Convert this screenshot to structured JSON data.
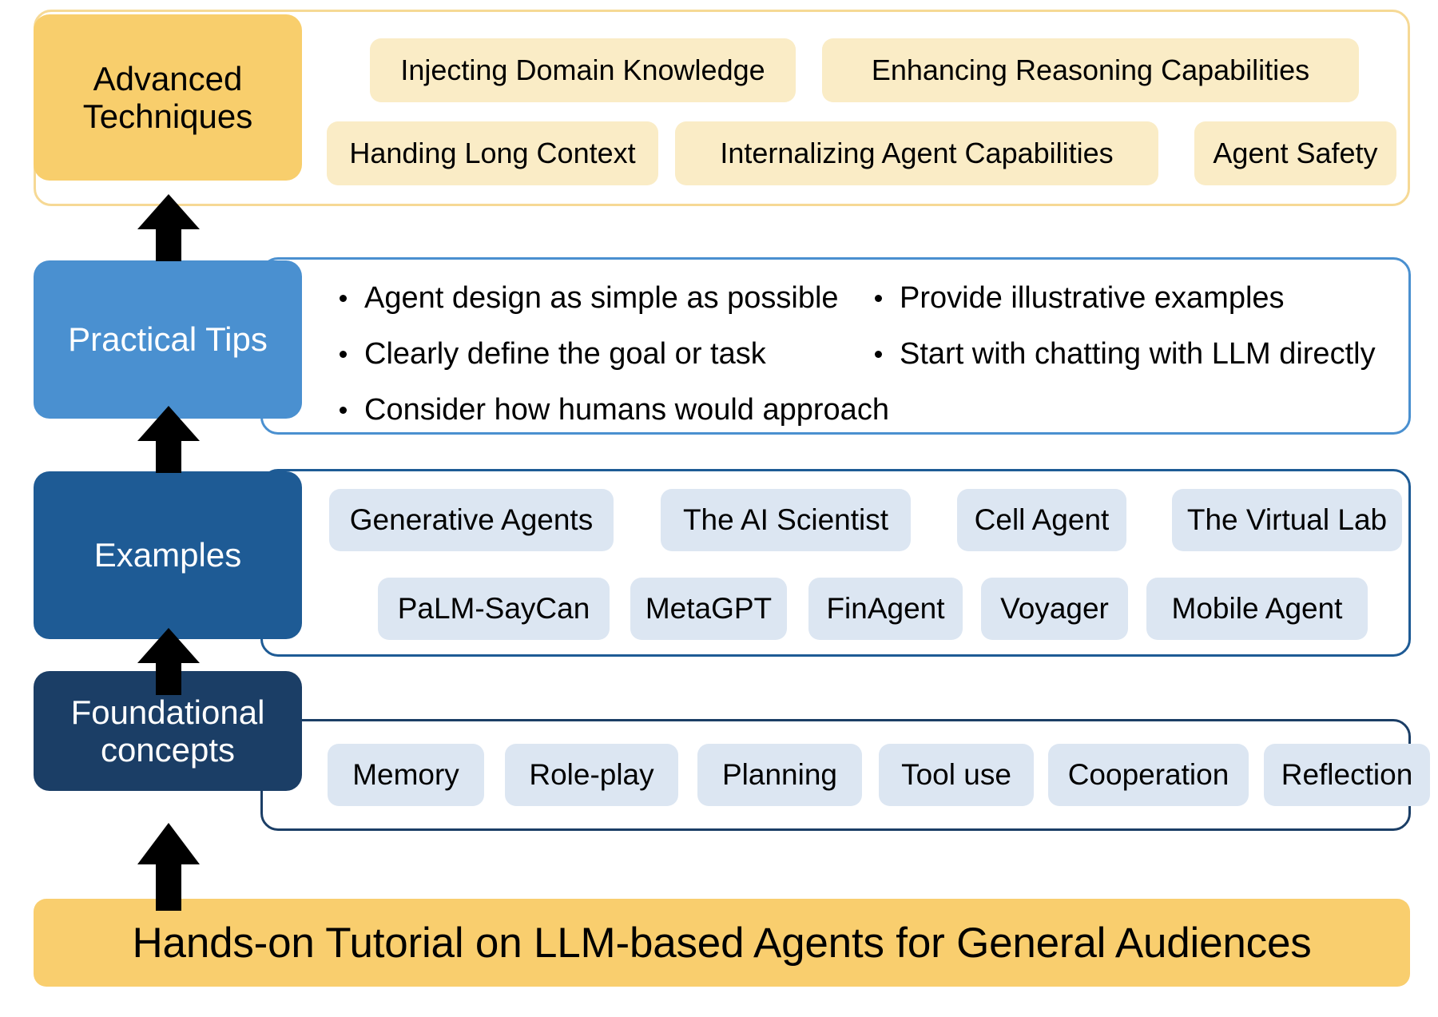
{
  "diagram": {
    "title": "Hands-on Tutorial on LLM-based Agents for General Audiences",
    "colors": {
      "amber": "#F8CE6C",
      "cream_pill": "#FAECC6",
      "mid_blue": "#4A90D0",
      "dark_blue": "#1E5B95",
      "navy_blue": "#1B3E66",
      "icy_pill": "#DCE6F2",
      "arrow": "#000000",
      "yellow_border": "#F6D995"
    },
    "rows": [
      {
        "id": "advanced-techniques",
        "label_line1": "Advanced",
        "label_line2": "Techniques",
        "items_row1": [
          "Injecting Domain Knowledge",
          "Enhancing Reasoning Capabilities"
        ],
        "items_row2": [
          "Handing Long Context",
          "Internalizing Agent Capabilities",
          "Agent Safety"
        ]
      },
      {
        "id": "practical-tips",
        "label_line1": "Practical Tips",
        "label_line2": "",
        "bullets_left": [
          "Agent design as simple as possible",
          "Clearly define the goal or task",
          "Consider how humans would approach"
        ],
        "bullets_right": [
          "Provide illustrative examples",
          "Start with chatting with LLM directly"
        ]
      },
      {
        "id": "examples",
        "label_line1": "Examples",
        "label_line2": "",
        "items_row1": [
          "Generative Agents",
          "The AI Scientist",
          "Cell Agent",
          "The Virtual Lab"
        ],
        "items_row2": [
          "PaLM-SayCan",
          "MetaGPT",
          "FinAgent",
          "Voyager",
          "Mobile Agent"
        ]
      },
      {
        "id": "foundational-concepts",
        "label_line1": "Foundational",
        "label_line2": "concepts",
        "items_row1": [
          "Memory",
          "Role-play",
          "Planning",
          "Tool use",
          "Cooperation",
          "Reflection"
        ]
      }
    ],
    "arrows": [
      {
        "name": "arrow-title-to-foundational",
        "direction": "up"
      },
      {
        "name": "arrow-foundational-to-examples",
        "direction": "up"
      },
      {
        "name": "arrow-examples-to-practical-tips",
        "direction": "up"
      },
      {
        "name": "arrow-practical-tips-to-advanced",
        "direction": "up"
      }
    ]
  }
}
